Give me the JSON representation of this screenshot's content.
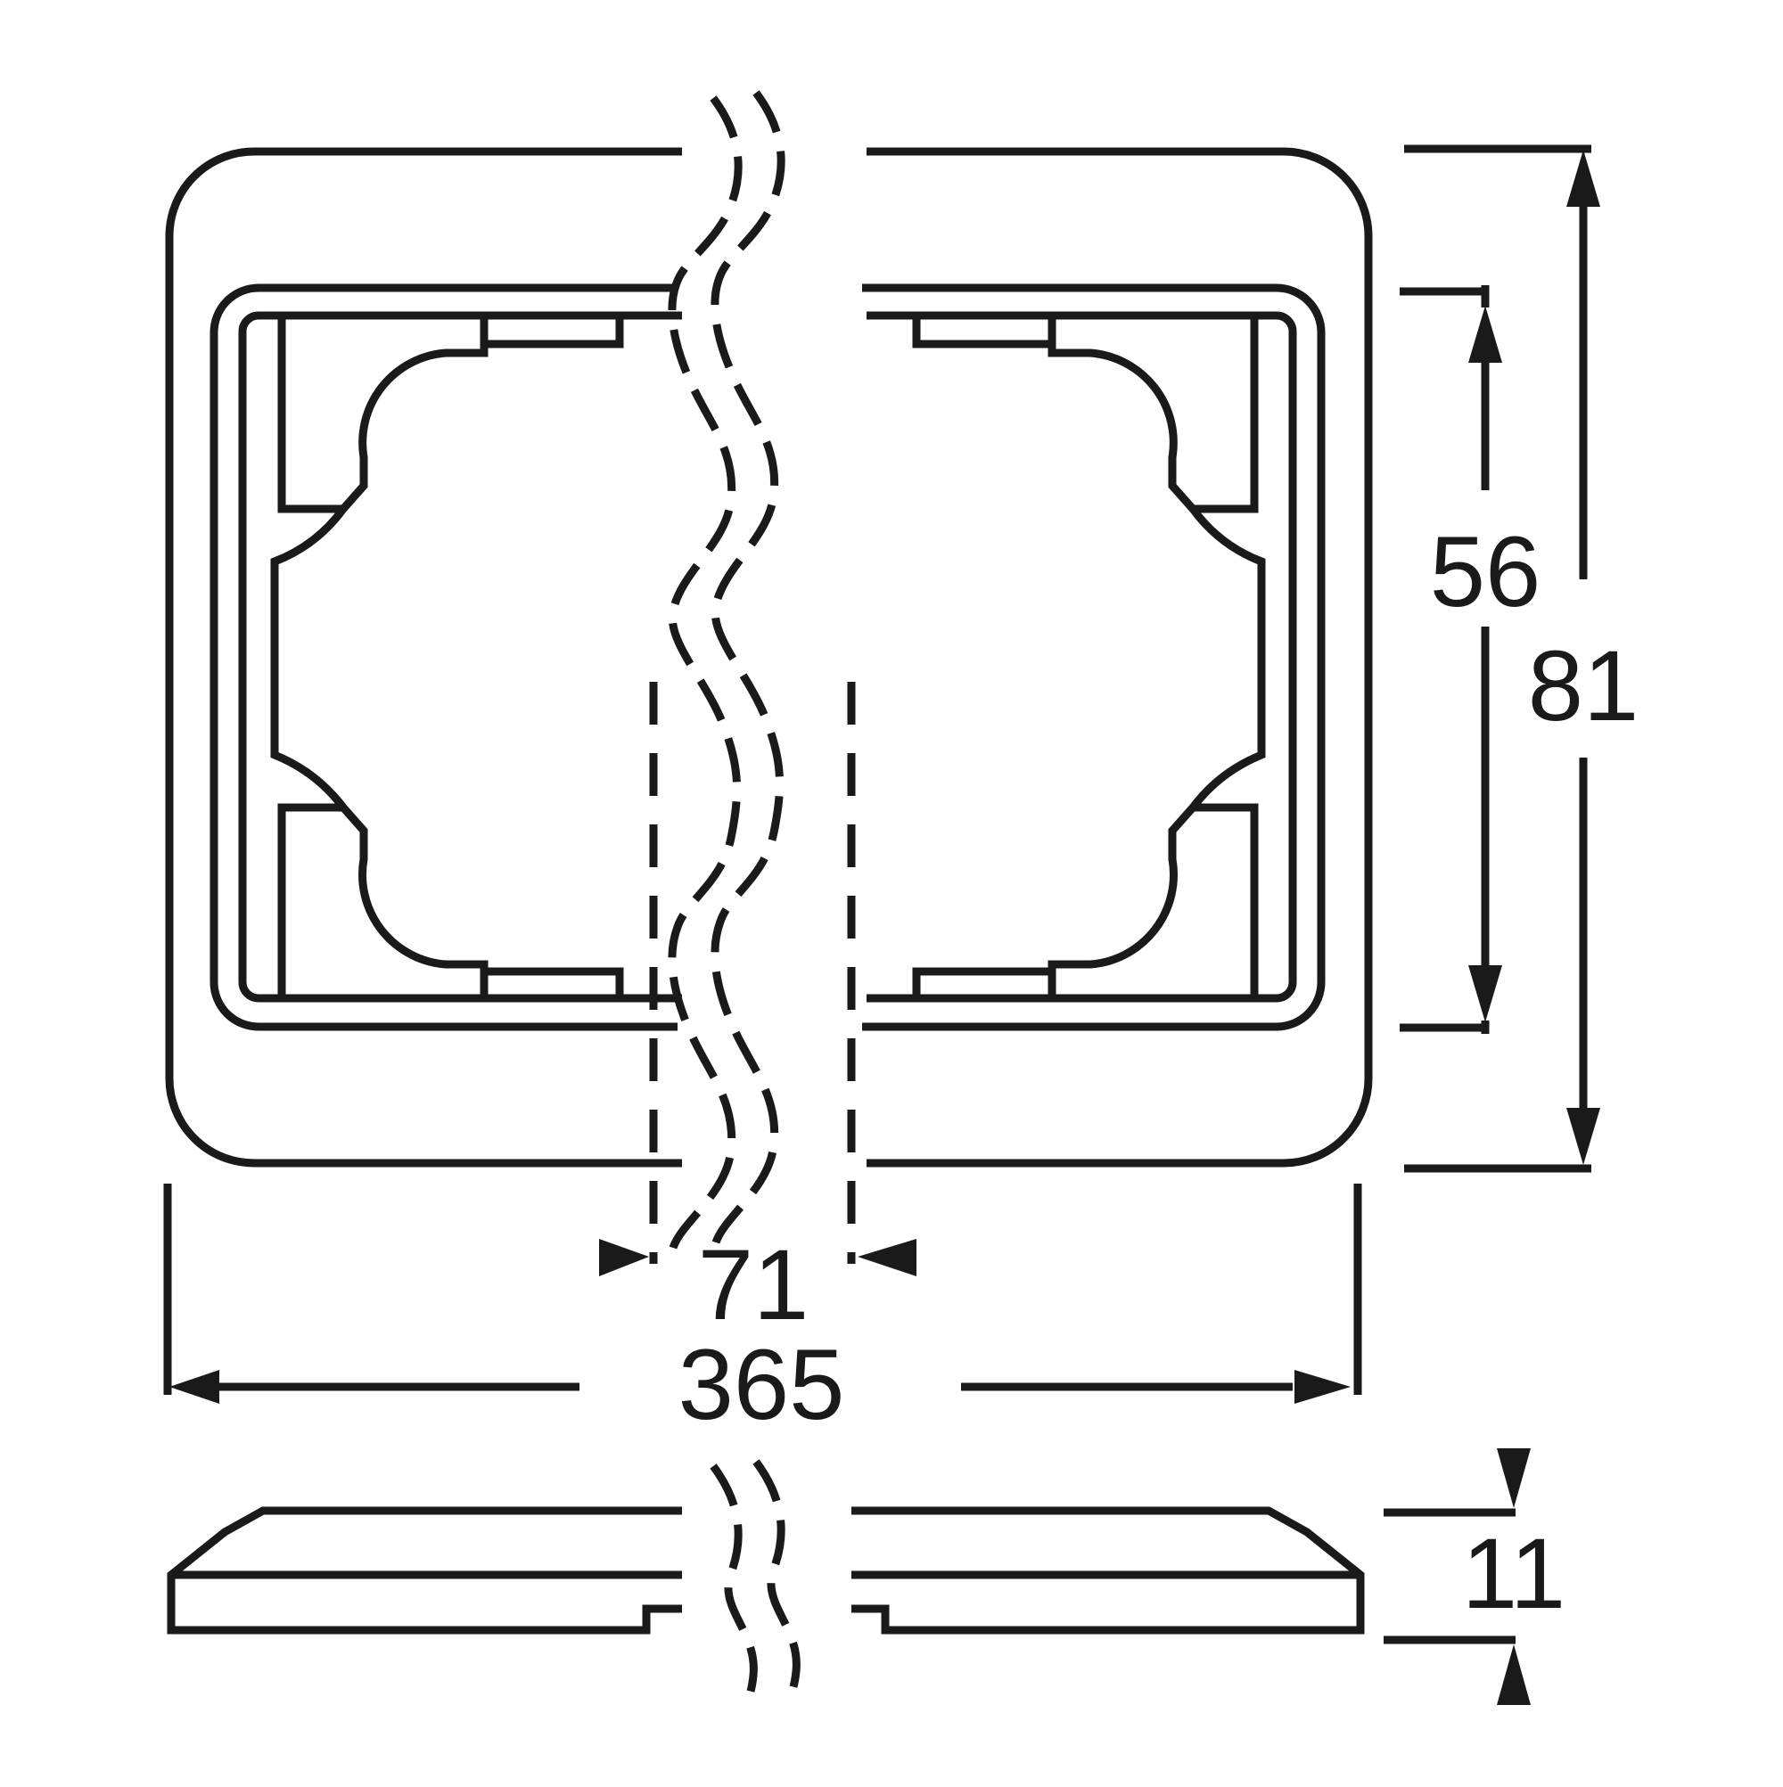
{
  "drawing": {
    "stroke_color": "#1a1a1a",
    "background": "#ffffff",
    "dimensions": {
      "height_outer": "81",
      "height_inner": "56",
      "width_total": "365",
      "center_distance": "71",
      "thickness": "11"
    }
  }
}
